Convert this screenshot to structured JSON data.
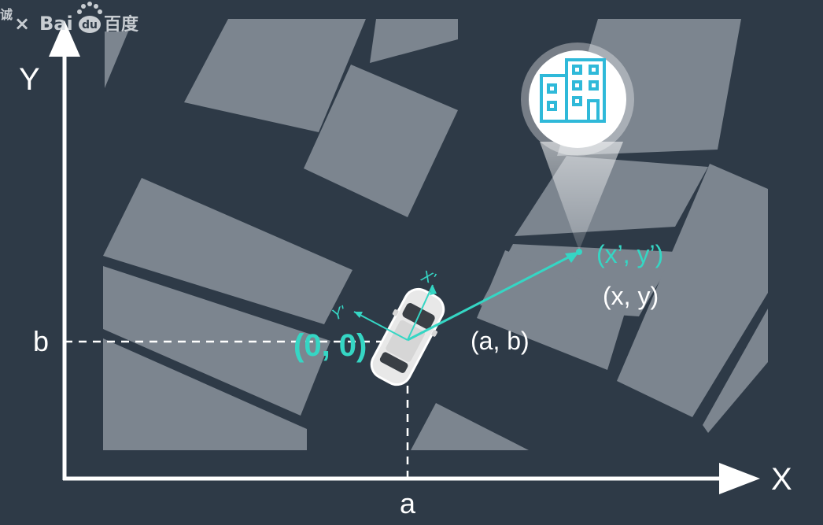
{
  "watermark": {
    "left_char": "诚",
    "close_glyph": "×",
    "brand": "Bai",
    "brand_paw": "du",
    "brand_cn": "百度"
  },
  "axes": {
    "x_label": "X",
    "y_label": "Y",
    "a_label": "a",
    "b_label": "b"
  },
  "vehicle": {
    "origin_label": "(0, 0)",
    "position_label": "(a, b)",
    "local_x_label": "X'",
    "local_y_label": "Y'"
  },
  "landmark": {
    "local_label": "(x’, y’)",
    "global_label": "(x, y)",
    "icon": "building-icon"
  },
  "colors": {
    "background": "#2e3a47",
    "block": "#7c858f",
    "accent": "#35d6c4",
    "white": "#ffffff"
  }
}
